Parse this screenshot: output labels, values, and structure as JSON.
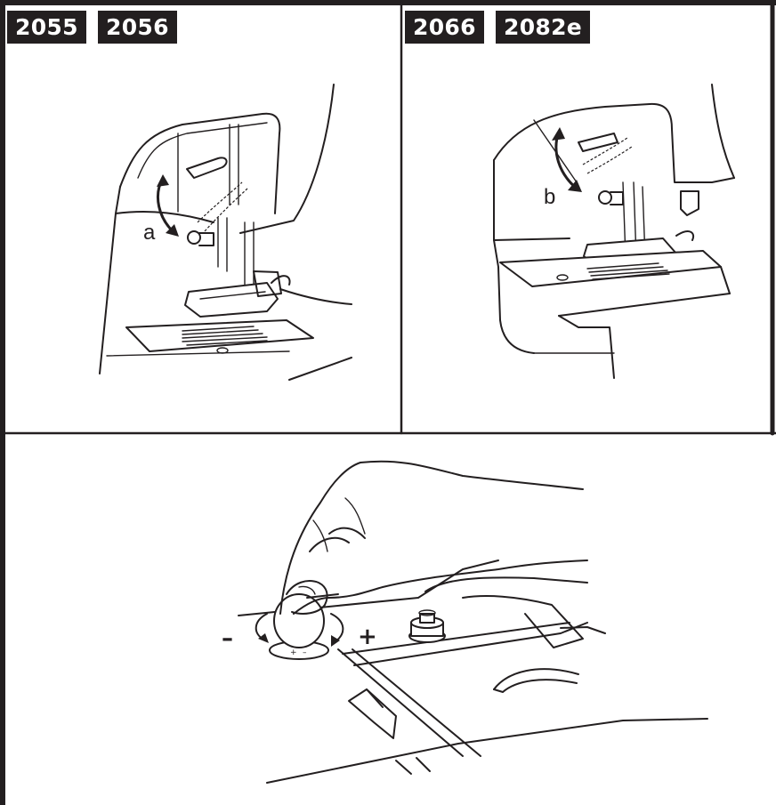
{
  "panels": {
    "top_left": {
      "models": [
        "2055",
        "2056"
      ],
      "callout": "a"
    },
    "top_right": {
      "models": [
        "2066",
        "2082e"
      ],
      "callout": "b"
    },
    "bottom": {
      "minus_label": "–",
      "plus_label": "+"
    }
  },
  "colors": {
    "ink": "#231f20",
    "paper": "#ffffff"
  }
}
